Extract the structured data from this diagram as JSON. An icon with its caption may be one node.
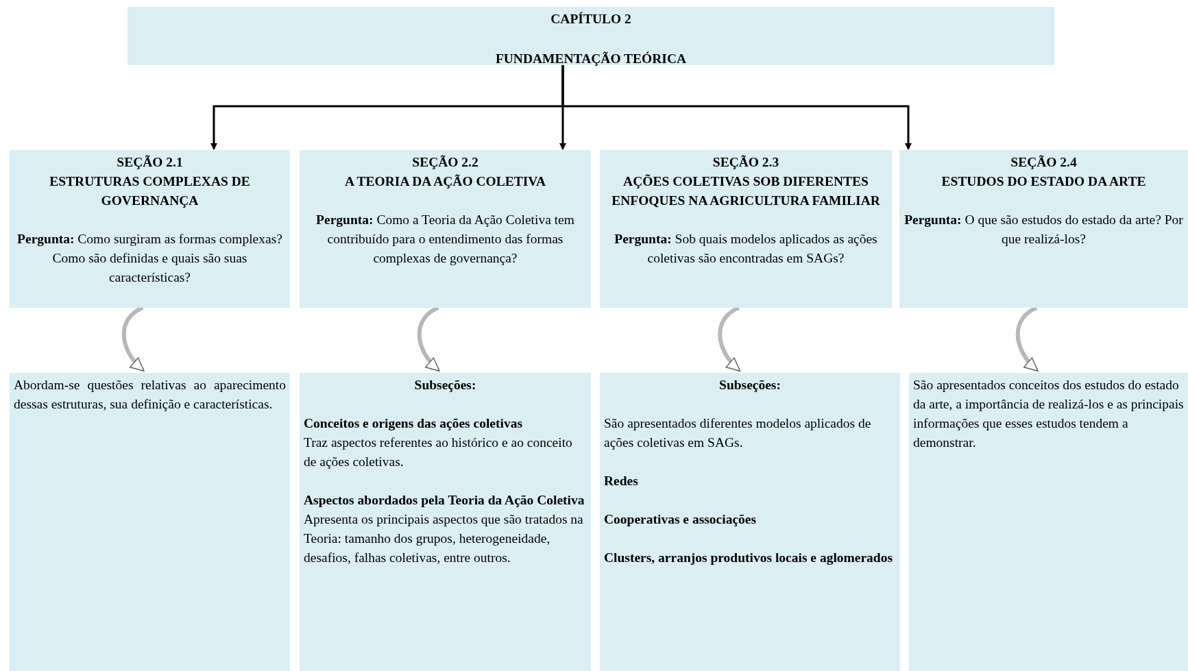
{
  "diagram": {
    "nodes": [
      {
        "text": [
          "CAPÍTULO 2",
          "FUNDAMENTAÇÃO TEÓRICA"
        ]
      },
      {
        "text": [
          "SEÇÃO 2.1",
          "ESTRUTURAS COMPLEXAS DE GOVERNANÇA",
          "**Pergunta:** Como surgiram as formas complexas? Como são definidas e quais são suas características?"
        ]
      },
      {
        "text": [
          "SEÇÃO 2.2",
          "A TEORIA DA AÇÃO COLETIVA",
          "**Pergunta:** Como a Teoria da Ação Coletiva tem contribuído para o entendimento das formas complexas de governança?"
        ]
      },
      {
        "text": [
          "SEÇÃO 2.3",
          "AÇÕES COLETIVAS SOB DIFERENTES ENFOQUES NA AGRICULTURA FAMILIAR",
          "**Pergunta:** Sob quais modelos aplicados as ações coletivas são encontradas em SAGs?"
        ]
      },
      {
        "text": [
          "SEÇÃO 2.4",
          "ESTUDOS DO ESTADO DA ARTE",
          "**Pergunta:** O que são estudos do estado da arte? Por que realizá-los?"
        ]
      },
      {
        "text": [
          "Abordam-se questões relativas ao aparecimento dessas estruturas, sua definição e características."
        ]
      },
      {
        "text": [
          "Subseções:",
          "Conceitos e origens das ações coletivas",
          "Traz aspectos referentes ao histórico e ao conceito de ações coletivas.",
          "Aspectos abordados pela Teoria da Ação Coletiva",
          "Apresenta os principais aspectos que são tratados na Teoria: tamanho dos grupos, heterogeneidade, desafios, falhas coletivas, entre outros."
        ]
      },
      {
        "text": [
          "Subseções:",
          "São apresentados diferentes modelos aplicados de ações coletivas em SAGs.",
          "Redes",
          "Cooperativas e associações",
          "Clusters, arranjos produtivos locais e aglomerados"
        ]
      },
      {
        "text": [
          "São apresentados conceitos dos estudos do estado da arte, a importância de realizá-los e as principais informações que esses estudos tendem a demonstrar."
        ]
      }
    ],
    "edges": [
      {
        "from": 0,
        "to": 1,
        "arrow": "to",
        "color": "#000000"
      },
      {
        "from": 0,
        "to": 2,
        "arrow": "to",
        "color": "#000000"
      },
      {
        "from": 0,
        "to": 4,
        "arrow": "to",
        "color": "#000000"
      },
      {
        "from": 1,
        "to": 5,
        "arrow": "to"
      },
      {
        "from": 2,
        "to": 6,
        "arrow": "to"
      },
      {
        "from": 3,
        "to": 7,
        "arrow": "to"
      },
      {
        "from": 4,
        "to": 8,
        "arrow": "to"
      }
    ]
  }
}
